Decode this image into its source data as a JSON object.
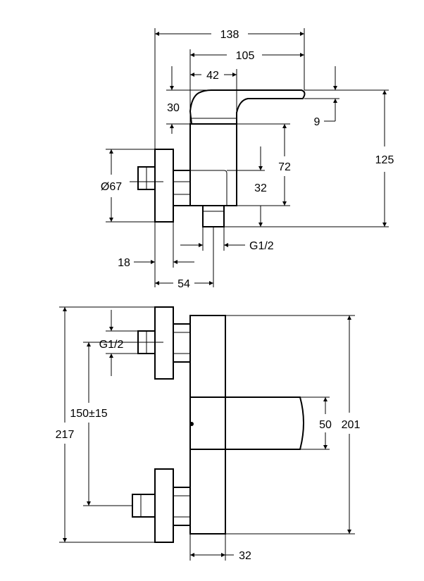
{
  "drawing": {
    "top_view": {
      "overall_width": "138",
      "lever_width": "105",
      "body_depth": "42",
      "lever_height": "30",
      "lever_tip": "9",
      "outlet_height": "72",
      "total_height": "125",
      "escutcheon_dia": "Ø67",
      "outlet_offset": "32",
      "outlet_thread": "G1/2",
      "escutcheon_thickness": "18",
      "inlet_projection": "54"
    },
    "front_view": {
      "inlet_thread": "G1/2",
      "inlet_spacing": "150±15",
      "overall_height": "217",
      "body_height": "201",
      "spout_height": "50",
      "body_width": "32"
    }
  }
}
